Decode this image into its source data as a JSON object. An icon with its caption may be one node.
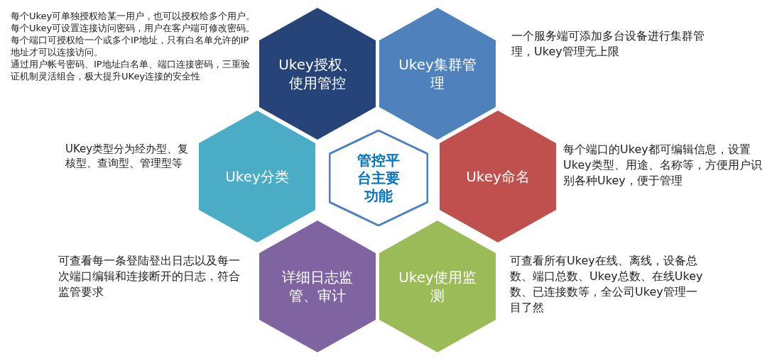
{
  "diagram": {
    "nodes": [
      {
        "text": [
          "Ukey授权、使用管控"
        ],
        "beside": [
          "每个Ukey可单独授权给某一用户，也可以授权给多个用户。每个Ukey可设置连接访问密码，用户在客户端可修改密码。每个端口可授权给一个或多个IP地址，只有白名单允许的IP地址才可以连接访问。",
          "通过用户帐号密码、IP地址白名单、端口连接密码，三重验证机制灵活组合，极大提升UKey连接的安全性"
        ]
      },
      {
        "text": [
          "Ukey集群管理"
        ],
        "beside": [
          "一个服务端可添加多台设备进行集群管理，Ukey管理无上限"
        ]
      },
      {
        "text": [
          "Ukey分类"
        ],
        "beside": [
          "UKey类型分为经办型、复核型、查询型、管理型等"
        ]
      },
      {
        "text": [
          "管控平台主要功能"
        ]
      },
      {
        "text": [
          "Ukey命名"
        ],
        "beside": [
          "每个端口的Ukey都可编辑信息，设置Ukey类型、用途、名称等，方便用户识别各种Ukey，便于管理"
        ]
      },
      {
        "text": [
          "详细日志监管、审计"
        ],
        "beside": [
          "可查看每一条登陆登出日志以及每一次端口编辑和连接断开的日志，符合监管要求"
        ]
      },
      {
        "text": [
          "Ukey使用监测"
        ],
        "beside": [
          "可查看所有Ukey在线、离线，设备总数、端口总数、Ukey总数、在线Ukey数、已连接数等，全公司Ukey管理一目了然"
        ]
      }
    ]
  }
}
